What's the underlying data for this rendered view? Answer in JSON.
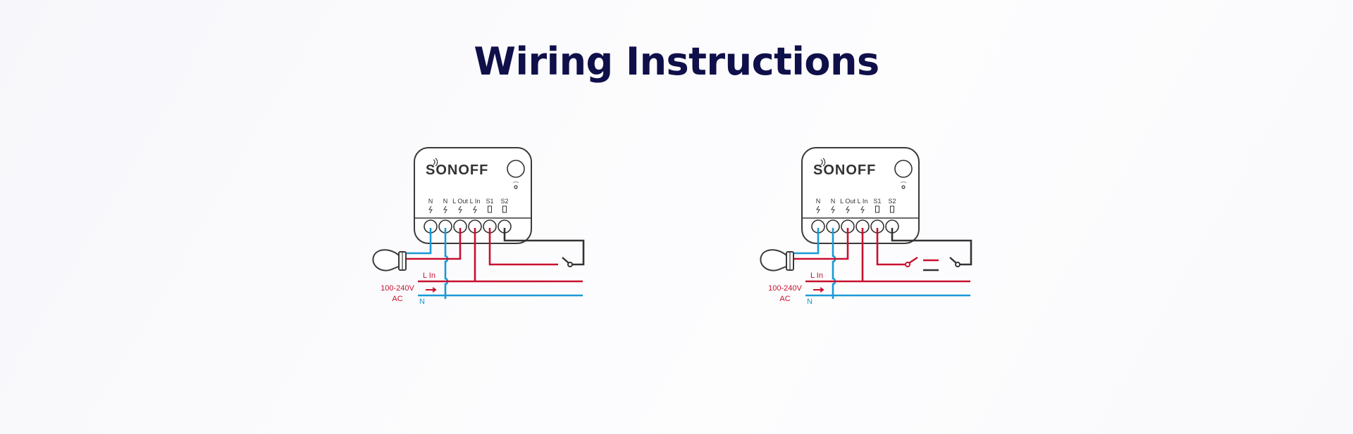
{
  "title": "Wiring Instructions",
  "colors": {
    "title": "#0f0f4a",
    "live": "#c8102e",
    "neutral": "#1a9ad6",
    "switch_wire": "#333333",
    "outline": "#3a3a3a"
  },
  "diagrams": [
    {
      "id": "single-switch",
      "device": {
        "brand": "SONOFF",
        "terminals": [
          "N",
          "N",
          "L Out",
          "L In",
          "S1",
          "S2"
        ]
      },
      "supply": {
        "live_label": "L In",
        "neutral_label": "N",
        "voltage": "100-240V",
        "unit": "AC"
      },
      "switch_type": "single"
    },
    {
      "id": "two-way-switch",
      "device": {
        "brand": "SONOFF",
        "terminals": [
          "N",
          "N",
          "L Out",
          "L In",
          "S1",
          "S2"
        ]
      },
      "supply": {
        "live_label": "L In",
        "neutral_label": "N",
        "voltage": "100-240V",
        "unit": "AC"
      },
      "switch_type": "two-way"
    }
  ]
}
